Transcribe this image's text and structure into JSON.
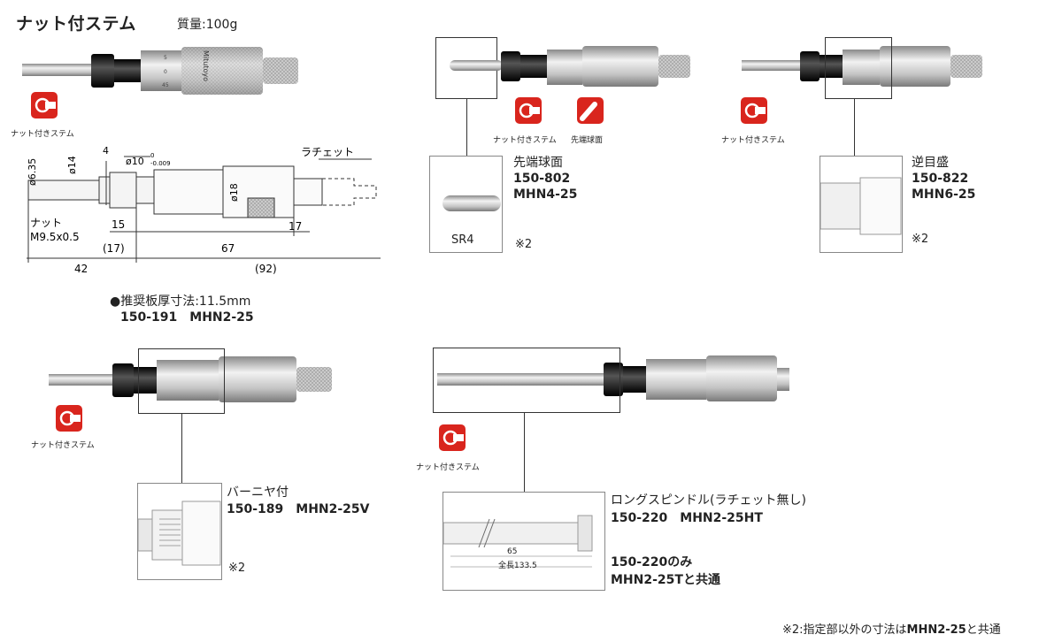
{
  "header": {
    "title": "ナット付ステム",
    "weight": "質量:100g"
  },
  "badges": {
    "nut_stem": "ナット付きステム",
    "ball_tip": "先端球面"
  },
  "main_drawing": {
    "dim_635": "ø6.35",
    "dim_14": "ø14",
    "dim_4": "4",
    "dim_10": "ø10",
    "dim_10_tol_upper": "0",
    "dim_10_tol_lower": "-0.009",
    "ratchet": "ラチェット",
    "dim_18": "ø18",
    "nut_label": "ナット",
    "nut_thread": "M9.5x0.5",
    "dim_15": "15",
    "dim_17_paren": "(17)",
    "dim_67": "67",
    "dim_17": "17",
    "dim_42": "42",
    "dim_92": "(92)",
    "panel_note": "●推奨板厚寸法:11.5mm",
    "model": "150-191　MHN2-25"
  },
  "variants": {
    "ball": {
      "name": "先端球面",
      "code": "150-802",
      "model": "MHN4-25",
      "sr": "SR4",
      "note": "※2"
    },
    "reverse": {
      "name": "逆目盛",
      "code": "150-822",
      "model": "MHN6-25",
      "note": "※2"
    },
    "vernier": {
      "name": "バーニヤ付",
      "code_model": "150-189　MHN2-25V",
      "note": "※2"
    },
    "long": {
      "name": "ロングスピンドル(ラチェット無し)",
      "code_model": "150-220　MHN2-25HT",
      "dim_65": "65",
      "total": "全長133.5",
      "only_line1": "150-220のみ",
      "only_line2": "MHN2-25Tと共通"
    }
  },
  "scale_marks": {
    "m5": "5",
    "m0": "0",
    "m45": "45"
  },
  "brand": "Mitutoyo",
  "footer": {
    "prefix": "※2:指定部以外の寸法は",
    "bold": "MHN2-25",
    "suffix": "と共通"
  },
  "colors": {
    "badge_red": "#d9251d",
    "black_nut": "#1a1a1a",
    "chrome": "#c8c8c8"
  }
}
